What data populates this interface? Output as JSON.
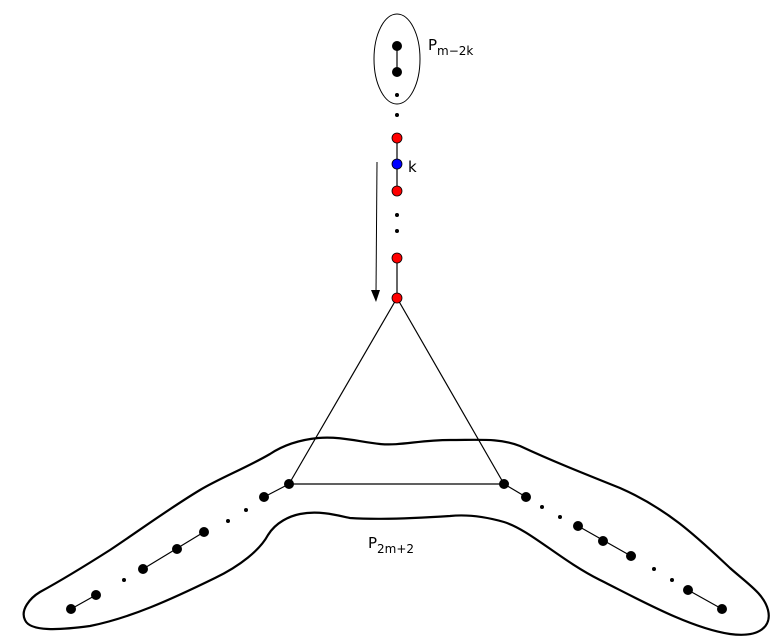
{
  "labels": {
    "top_set": {
      "main": "P",
      "sub": "m−2k"
    },
    "vertex_k": "k",
    "bottom_set": {
      "main": "P",
      "sub": "2m+2"
    }
  },
  "colors": {
    "black": "#000000",
    "red": "#ff0000",
    "blue": "#0000ff"
  }
}
